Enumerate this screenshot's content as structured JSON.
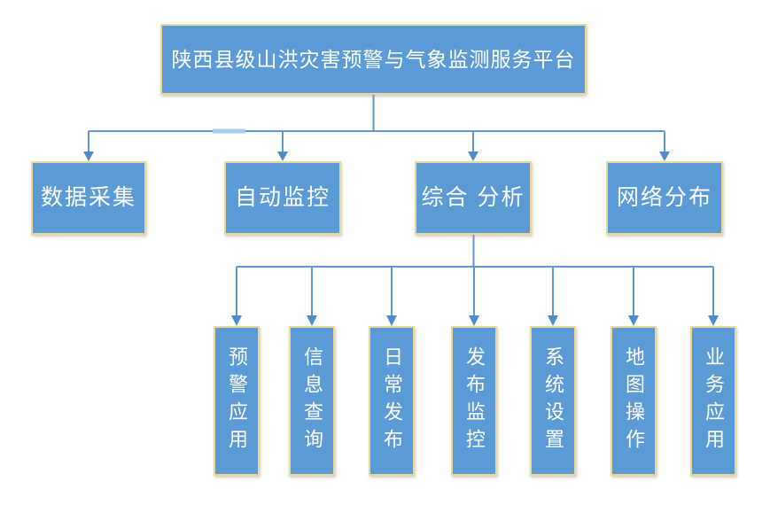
{
  "diagram": {
    "colors": {
      "background": "#FFFFFF",
      "box_fill": "#5B9BD5",
      "box_border": "#EBD79E",
      "text": "#FFFFFF",
      "connector": "#5E97D2",
      "arrow": "#4E8CC9",
      "artifact": "#A9CCEC"
    },
    "root": {
      "label": "陕西县级山洪灾害预警与气象监测服务平台"
    },
    "level2": [
      {
        "label": "数据采集"
      },
      {
        "label": "自动监控"
      },
      {
        "label": "综合 分析"
      },
      {
        "label": "网络分布"
      }
    ],
    "level3": [
      {
        "label": "预警应用"
      },
      {
        "label": "信息查询"
      },
      {
        "label": "日常发布"
      },
      {
        "label": "发布监控"
      },
      {
        "label": "系统设置"
      },
      {
        "label": "地图操作"
      },
      {
        "label": "业务应用"
      }
    ]
  }
}
